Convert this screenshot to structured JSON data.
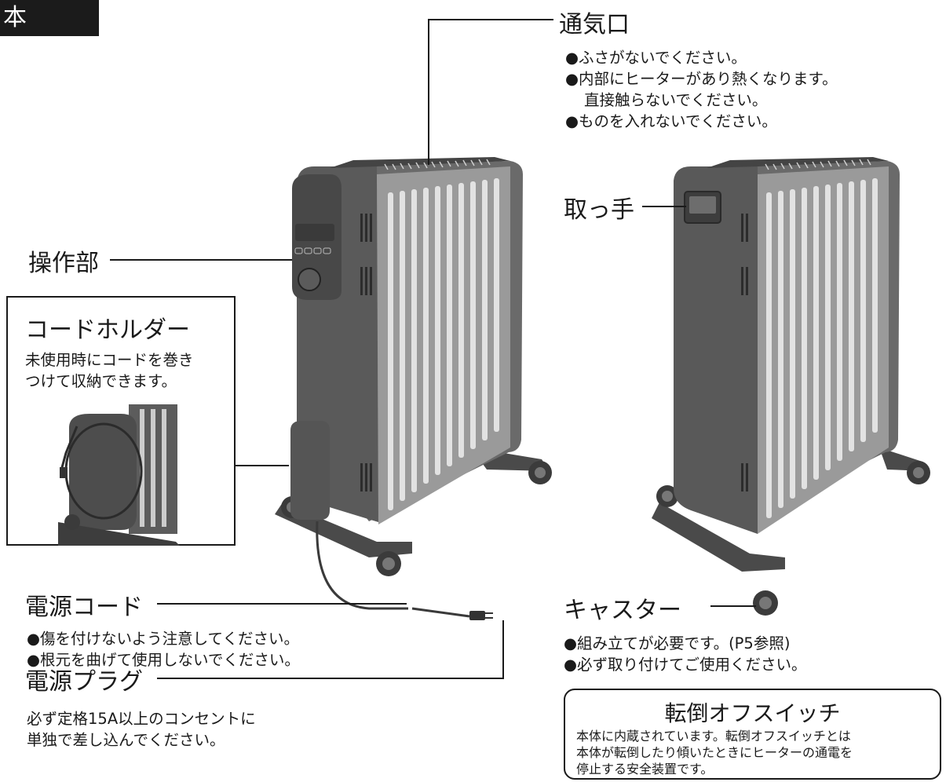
{
  "page_title": "本 体",
  "vent": {
    "label": "通気口",
    "notes": [
      "●ふさがないでください。",
      "●内部にヒーターがあり熱くなります。",
      "直接触らないでください。",
      "●ものを入れないでください。"
    ]
  },
  "handle": {
    "label": "取っ手"
  },
  "control": {
    "label": "操作部"
  },
  "cord_holder": {
    "label": "コードホルダー",
    "notes": [
      "未使用時にコードを巻き",
      "つけて収納できます。"
    ]
  },
  "power_cord": {
    "label": "電源コード",
    "notes": [
      "●傷を付けないよう注意してください。",
      "●根元を曲げて使用しないでください。"
    ]
  },
  "power_plug": {
    "label": "電源プラグ",
    "notes": [
      "必ず定格15A以上のコンセントに",
      "単独で差し込んでください。"
    ]
  },
  "caster": {
    "label": "キャスター",
    "notes": [
      "●組み立てが必要です。(P5参照)",
      "●必ず取り付けてご使用ください。"
    ]
  },
  "tip_switch": {
    "title": "転倒オフスイッチ",
    "notes": [
      "本体に内蔵されています。転倒オフスイッチとは",
      "本体が転倒したり傾いたときにヒーターの通電を",
      "停止する安全装置です。"
    ]
  },
  "colors": {
    "heater_body": "#5c5c5c",
    "heater_panel": "#8a8a8a",
    "fin": "#d9d9d9",
    "title_bg": "#1b1b1b"
  }
}
